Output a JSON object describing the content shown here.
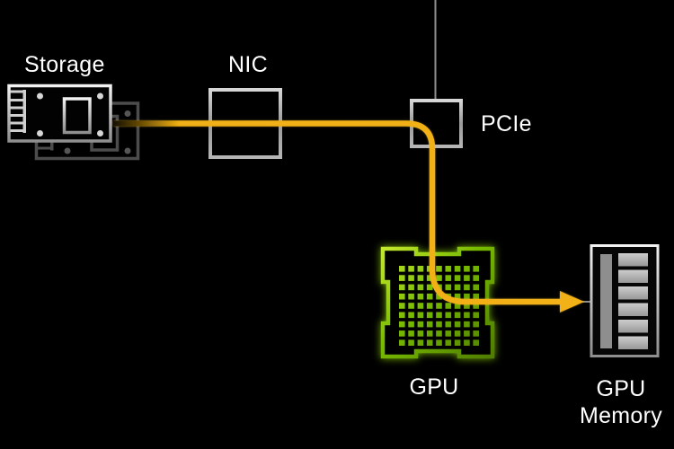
{
  "diagram": {
    "nodes": {
      "storage": {
        "label": "Storage",
        "icon": "ssd-cards-icon"
      },
      "nic": {
        "label": "NIC",
        "icon": "square-box-icon"
      },
      "pcie": {
        "label": "PCIe",
        "icon": "square-box-icon"
      },
      "gpu": {
        "label": "GPU",
        "icon": "chip-grid-icon"
      },
      "gpu_memory": {
        "label": "GPU Memory",
        "label_lines": [
          "GPU",
          "Memory"
        ],
        "icon": "memory-module-icon"
      }
    },
    "flow": {
      "sequence": [
        "Storage",
        "NIC",
        "PCIe",
        "GPU",
        "GPU Memory"
      ],
      "style": "curved amber data-path line ending in arrowhead at GPU Memory"
    },
    "colors": {
      "background": "#000000",
      "text": "#FFFFFF",
      "flow-yellow": "#F2B118",
      "nvidia-green": "#76B900",
      "green-bright": "#C3E82E",
      "green-dark": "#4F7D02",
      "silver-light": "#EFEFEF",
      "silver-dark": "#8F8F8F",
      "back-card-gray": "#4C4C4C"
    }
  }
}
